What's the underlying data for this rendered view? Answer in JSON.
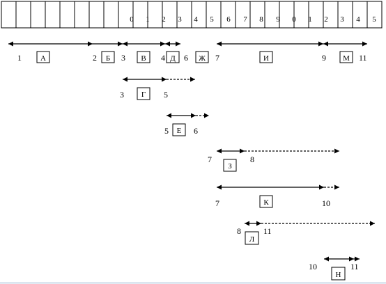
{
  "timeline": {
    "labels": [
      "",
      "",
      "",
      "",
      "",
      "",
      "",
      "",
      "",
      "",
      "0",
      "1",
      "2",
      "3",
      "4",
      "5",
      "6",
      "7",
      "8",
      "9",
      "0",
      "1",
      "2",
      "3",
      "4",
      "5"
    ]
  },
  "tasks": [
    {
      "letter": "А",
      "start_label": "1",
      "end_label": "2"
    },
    {
      "letter": "Б",
      "start_label": "",
      "end_label": ""
    },
    {
      "letter": "В",
      "start_label": "3",
      "end_label": "4"
    },
    {
      "letter": "Д",
      "start_label": "",
      "end_label": ""
    },
    {
      "letter": "Ж",
      "start_label": "6",
      "end_label": "7"
    },
    {
      "letter": "И",
      "start_label": "",
      "end_label": "9"
    },
    {
      "letter": "М",
      "start_label": "",
      "end_label": "11"
    },
    {
      "letter": "Г",
      "start_label": "3",
      "end_label": "5"
    },
    {
      "letter": "Е",
      "start_label": "5",
      "end_label": "6"
    },
    {
      "letter": "З",
      "start_label": "7",
      "end_label": "8"
    },
    {
      "letter": "К",
      "start_label": "7",
      "end_label": "10"
    },
    {
      "letter": "Л",
      "start_label": "8",
      "end_label": "11"
    },
    {
      "letter": "Н",
      "start_label": "10",
      "end_label": "11"
    }
  ],
  "colors": {
    "line": "#000000",
    "background": "#ffffff",
    "bottom_border": "#b8cbe0"
  }
}
